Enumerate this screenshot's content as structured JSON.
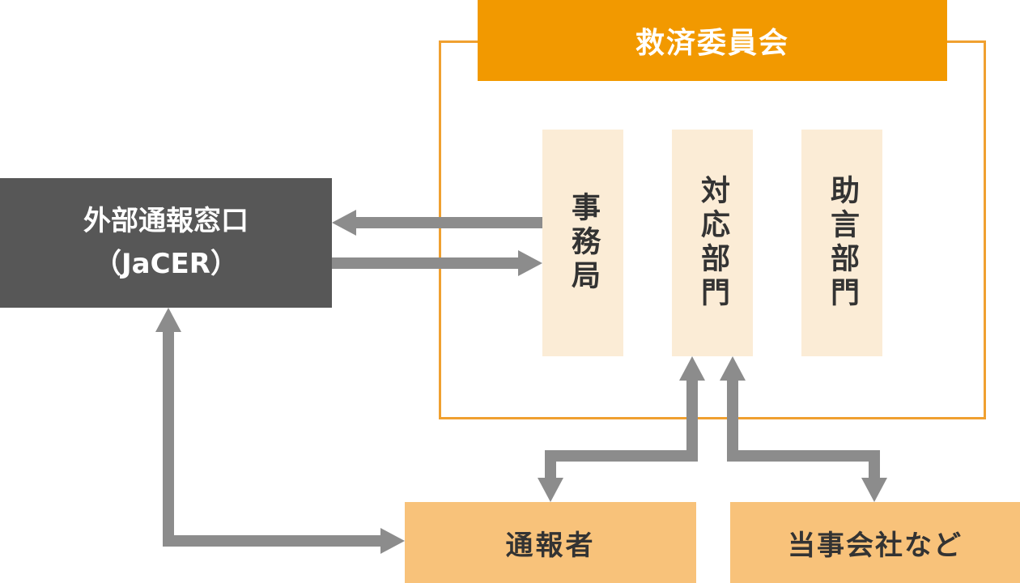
{
  "committee": {
    "title": "救済委員会"
  },
  "departments": {
    "secretariat": "事務局",
    "response": "対応部門",
    "advisory": "助言部門"
  },
  "external_desk": {
    "line1": "外部通報窓口",
    "line2": "（JaCER）"
  },
  "reporter": {
    "label": "通報者"
  },
  "parties": {
    "label": "当事会社など"
  },
  "colors": {
    "committee_orange": "#f29900",
    "frame_orange": "#f0a030",
    "dept_fill": "#fbecd6",
    "bottom_fill": "#f8c27a",
    "desk_gray": "#575757",
    "arrow_gray": "#8c8c8c"
  }
}
